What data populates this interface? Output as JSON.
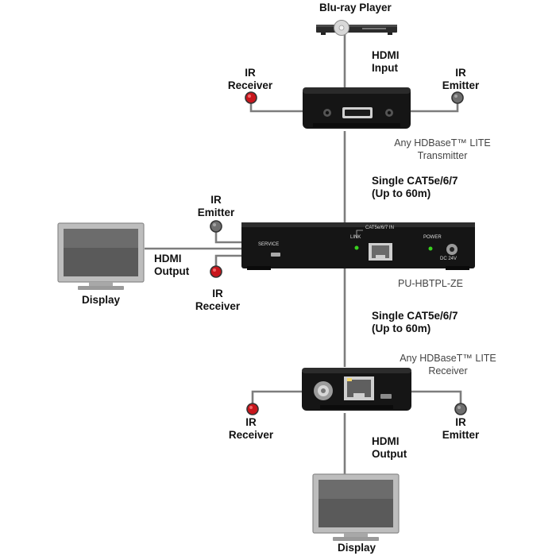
{
  "source": {
    "name": "Blu-ray Player",
    "cable_label": "HDMI\nInput"
  },
  "transmitter": {
    "caption": "Any HDBaseT™ LITE\nTransmitter",
    "ir_receiver_label": "IR\nReceiver",
    "ir_emitter_label": "IR\nEmitter"
  },
  "link_top": {
    "label": "Single CAT5e/6/7\n(Up to 60m)"
  },
  "hub": {
    "caption": "PU-HBTPL-ZE",
    "service_label": "SERVICE",
    "link_label": "LINK",
    "port_label": "CAT5e/6/7 IN",
    "power_label": "POWER",
    "dc_label": "DC 24V",
    "ir_emitter_label": "IR\nEmitter",
    "ir_receiver_label": "IR\nReceiver",
    "hdmi_output_label": "HDMI\nOutput"
  },
  "display_left": {
    "label": "Display"
  },
  "link_bottom": {
    "label": "Single CAT5e/6/7\n(Up to 60m)"
  },
  "receiver": {
    "caption": "Any HDBaseT™ LITE\nReceiver",
    "ir_receiver_label": "IR\nReceiver",
    "ir_emitter_label": "IR\nEmitter",
    "hdmi_output_label": "HDMI\nOutput"
  },
  "display_bottom": {
    "label": "Display"
  },
  "colors": {
    "cable": "#7d7d7d",
    "device_body": "#151515",
    "ir_receiver_led": "#c8161c",
    "ir_emitter_led": "#6e6e6e",
    "status_led": "#39d11f"
  }
}
